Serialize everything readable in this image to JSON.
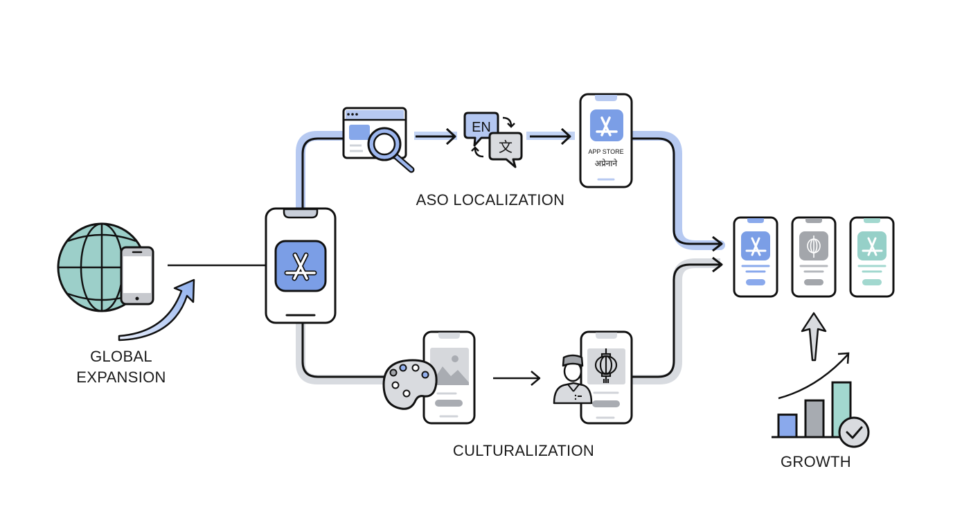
{
  "labels": {
    "global_line1": "GLOBAL",
    "global_line2": "EXPANSION",
    "aso": "ASO LOCALIZATION",
    "cultural": "CULTURALIZATION",
    "growth": "GROWTH"
  },
  "translation_icon": {
    "source": "EN",
    "target": "文"
  },
  "store_phone": {
    "title": "APP STORE",
    "localized_title": "अप्रेनाने"
  },
  "colors": {
    "blue": "#7b9ee6",
    "blue_track": "#b3c7f0",
    "gray": "#a3a6ab",
    "gray_track": "#d6d9de",
    "teal": "#96d0c8",
    "stroke": "#111111"
  },
  "paths": [
    {
      "name": "aso-localization-path",
      "color_key": "blue"
    },
    {
      "name": "culturalization-path",
      "color_key": "gray"
    }
  ],
  "result_variants": [
    {
      "name": "blue-variant",
      "icon": "app-store"
    },
    {
      "name": "gray-variant",
      "icon": "lantern"
    },
    {
      "name": "teal-variant",
      "icon": "app-store"
    }
  ],
  "growth_chart": {
    "bars": [
      {
        "name": "bar-1",
        "relative_height": 0.41,
        "color": "#8aa9ec"
      },
      {
        "name": "bar-2",
        "relative_height": 0.67,
        "color": "#a7abb1"
      },
      {
        "name": "bar-3",
        "relative_height": 1.0,
        "color": "#a2d8cf"
      }
    ]
  }
}
